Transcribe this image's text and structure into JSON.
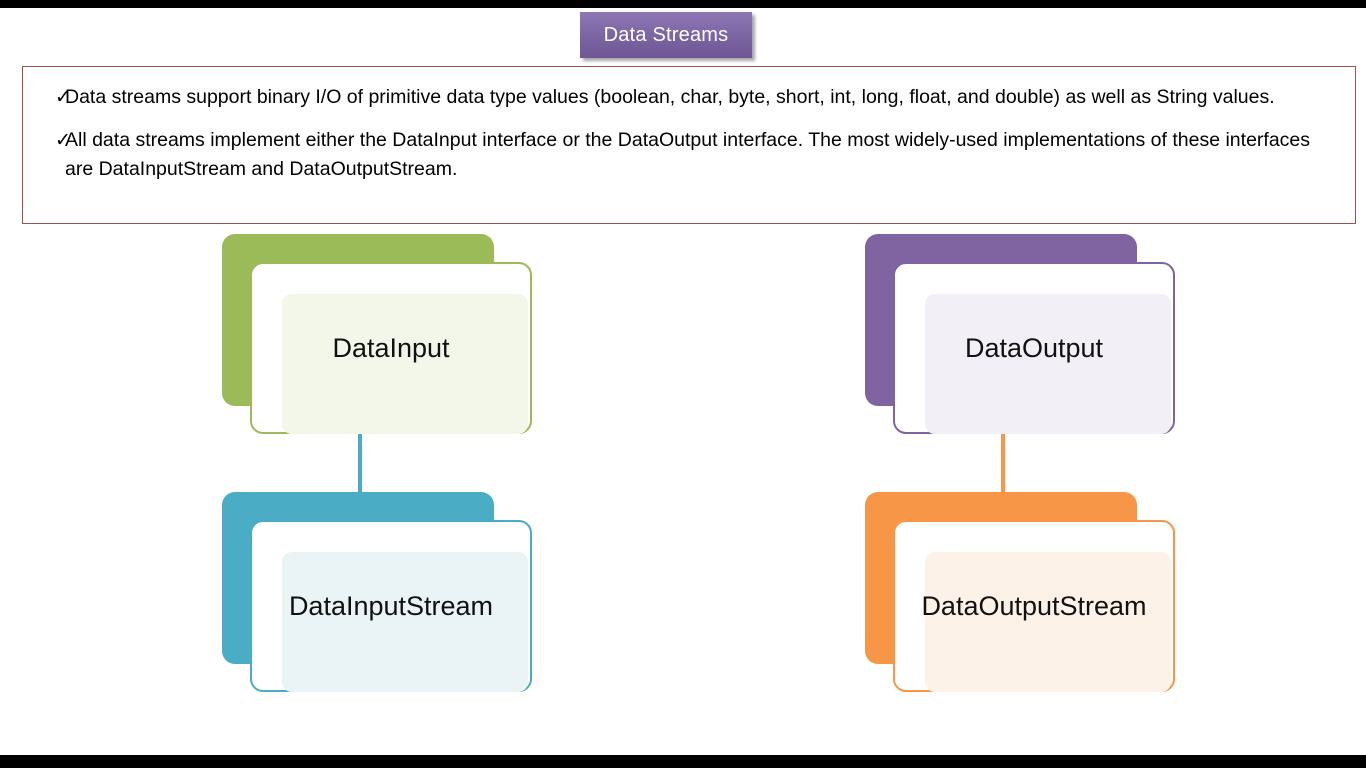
{
  "slide": {
    "title": "Data Streams",
    "title_bg": "#7d66a4",
    "background": "#ffffff",
    "frame_bar_color": "#000000"
  },
  "bullets": {
    "border_color": "#a05050",
    "marker": "✓",
    "items": [
      "Data streams support binary I/O of primitive data type values (boolean, char, byte, short, int, long, float, and double) as well as String values.",
      "All data streams implement either the DataInput interface or the DataOutput interface. The most widely-used implementations of these interfaces are DataInputStream and DataOutputStream."
    ]
  },
  "diagram": {
    "nodes": [
      {
        "id": "datainput",
        "label": "DataInput",
        "back_color": "#9BBB59",
        "border_color": "#9BBB59",
        "inner_color": "#f2f7ea"
      },
      {
        "id": "dataoutput",
        "label": "DataOutput",
        "back_color": "#8064A2",
        "border_color": "#8064A2",
        "inner_color": "#f2eff6"
      },
      {
        "id": "datainputstream",
        "label": "DataInputStream",
        "back_color": "#4BACC6",
        "border_color": "#4BACC6",
        "inner_color": "#eaf4f7"
      },
      {
        "id": "dataoutputstream",
        "label": "DataOutputStream",
        "back_color": "#F79646",
        "border_color": "#F79646",
        "inner_color": "#fdf2e8"
      }
    ],
    "connectors": [
      {
        "id": "left",
        "color": "#4BACC6"
      },
      {
        "id": "right",
        "color": "#F79646"
      }
    ]
  }
}
